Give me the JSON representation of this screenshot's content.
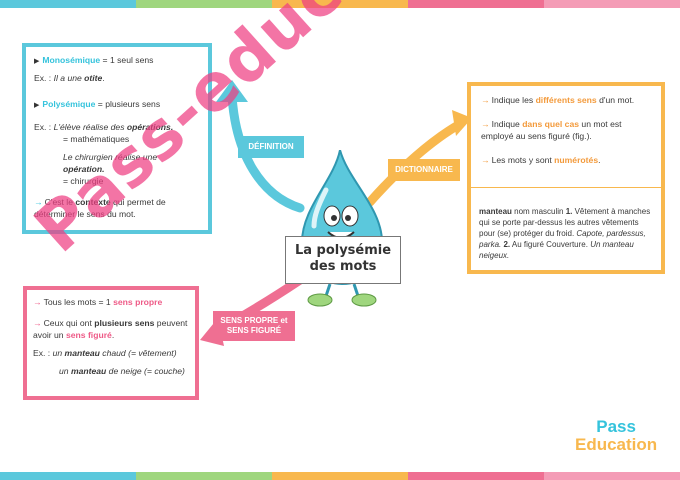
{
  "stripe_colors": [
    "#5bc8dc",
    "#9fd67e",
    "#f8b84e",
    "#ef6f92",
    "#f49cb6"
  ],
  "definition": {
    "label": "DÉFINITION",
    "mono_term": "Monosémique",
    "mono_rest": " = 1 seul sens",
    "ex1_prefix": "Ex. : ",
    "ex1_text": "Il a une ",
    "ex1_word": "otite",
    "ex1_end": ".",
    "poly_term": "Polysémique",
    "poly_rest": " = plusieurs sens",
    "ex2_prefix": "Ex. : ",
    "ex2_text": "L'élève réalise des ",
    "ex2_word": "opérations.",
    "ex2_meaning": "= mathématiques",
    "ex3_text": "Le chirurgien réalise une ",
    "ex3_word": "opération.",
    "ex3_meaning": "= chirurgie",
    "context_pre": "C'est le ",
    "context_word": "contexte",
    "context_post": " qui permet de déterminer le sens du mot."
  },
  "dictionary": {
    "label": "DICTIONNAIRE",
    "line1_pre": "Indique les ",
    "line1_hl": "différents sens",
    "line1_post": " d'un mot.",
    "line2_pre": "Indique ",
    "line2_hl": "dans quel cas",
    "line2_post": " un mot est employé au sens figuré (fig.).",
    "line3_pre": "Les mots y sont ",
    "line3_hl": "numérotés",
    "line3_post": ".",
    "entry_word": "manteau",
    "entry_cat": " nom masculin ",
    "entry_n1": "1.",
    "entry_def1": " Vêtement à manches qui se porte par-dessus les autres vêtements pour (se) protéger du froid. ",
    "entry_syn": "Capote, pardessus, parka.",
    "entry_n2": "2.",
    "entry_def2": " Au figuré Couverture. ",
    "entry_ex2": "Un manteau neigeux."
  },
  "sens": {
    "label": "SENS PROPRE et SENS FIGURÉ",
    "line1_pre": "Tous les mots = 1 ",
    "line1_hl": "sens propre",
    "line2_pre": "Ceux qui ont ",
    "line2_bold": "plusieurs sens",
    "line2_mid": " peuvent avoir un ",
    "line2_hl": "sens figuré",
    "line2_end": ".",
    "ex_prefix": "Ex. : ",
    "ex_a_pre": "un ",
    "ex_a_word": "manteau",
    "ex_a_post": " chaud (= vêtement)",
    "ex_b_pre": "un ",
    "ex_b_word": "manteau",
    "ex_b_post": " de neige (= couche)"
  },
  "mascot": {
    "sign_line1": "La polysémie",
    "sign_line2": "des mots"
  },
  "logo": {
    "line1": "Pass",
    "line2": "Education"
  },
  "watermark": "Pass-education",
  "colors": {
    "blue": "#5bc8dc",
    "orange": "#f8b84e",
    "pink": "#ef6f92",
    "highlight_blue": "#35c3dc",
    "highlight_pink": "#ee5a87",
    "highlight_orange": "#f39a3b"
  }
}
